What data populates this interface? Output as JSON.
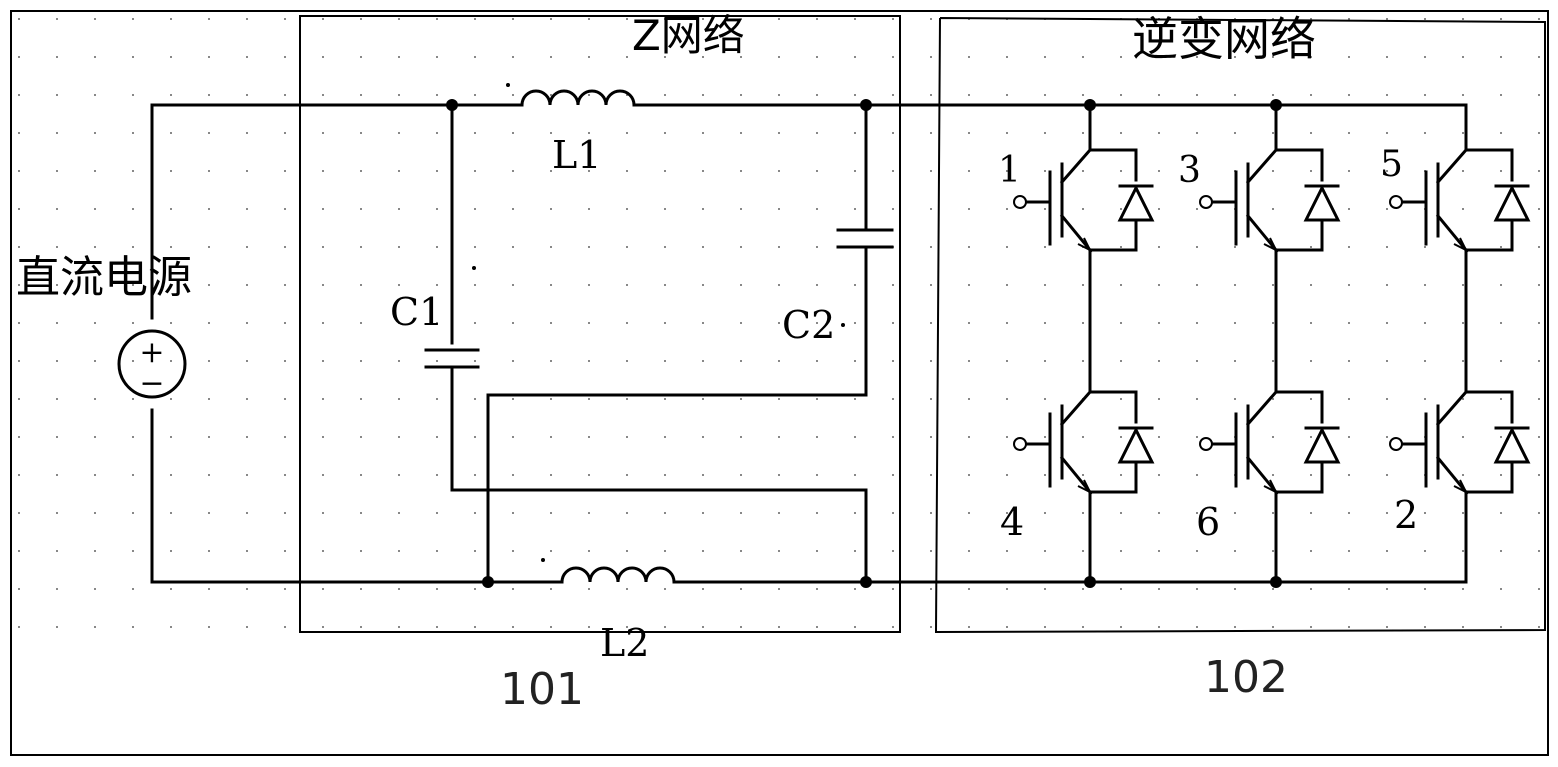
{
  "labels": {
    "dc_source": "直流电源",
    "z_network": "Z网络",
    "inverter_network": "逆变网络",
    "l1": "L1",
    "l2": "L2",
    "c1": "C1",
    "c2": "C2",
    "block_101": "101",
    "block_102": "102"
  },
  "switches": {
    "s1": "1",
    "s3": "3",
    "s5": "5",
    "s4": "4",
    "s6": "6",
    "s2": "2"
  },
  "source_symbols": {
    "plus": "+",
    "minus": "−"
  }
}
